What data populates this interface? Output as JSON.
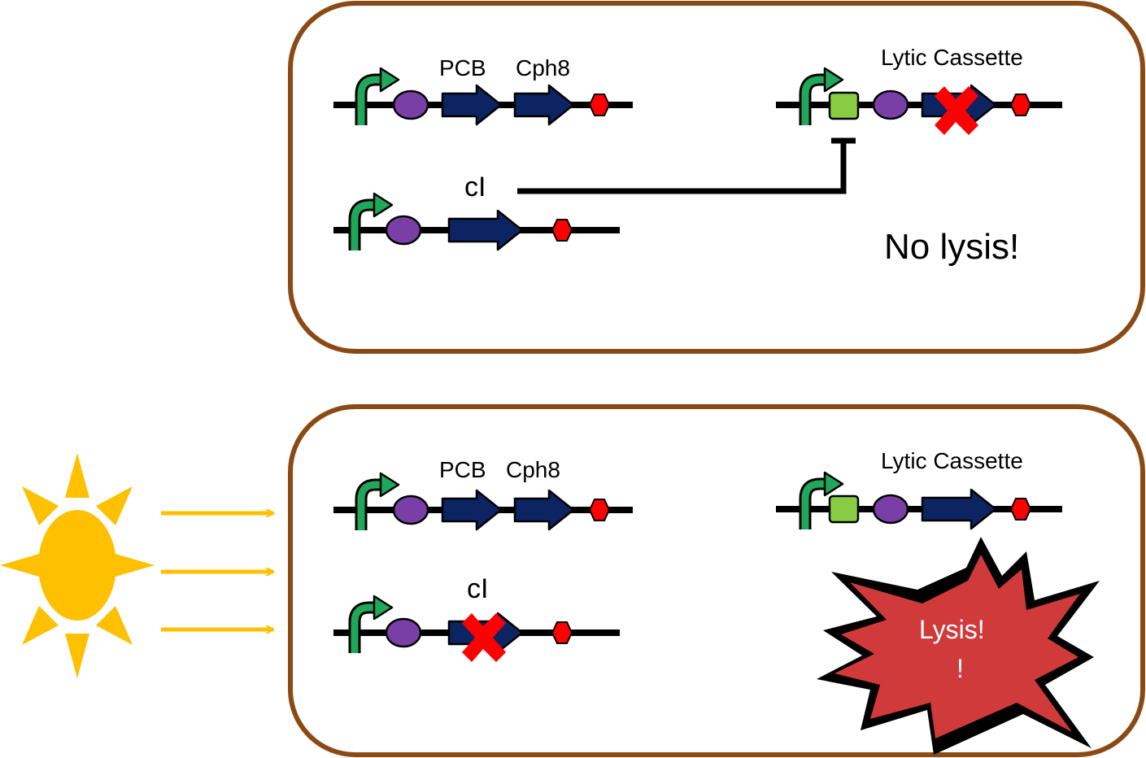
{
  "colors": {
    "panel_border": "#8B4A14",
    "promoter_arrow": "#1FA85A",
    "rbs": "#7A3FA6",
    "cds": "#0D2463",
    "terminator": "#FF0000",
    "operator": "#88CC44",
    "knockout_cross": "#FF0000",
    "sun": "#FFC000",
    "burst_fill": "#D03A3A",
    "burst_outline": "#000000"
  },
  "panels": {
    "dark": {
      "construct1": {
        "gene1": "PCB",
        "gene2": "Cph8"
      },
      "construct2": {
        "gene": "cI"
      },
      "construct3": {
        "label": "Lytic Cassette",
        "cds_knocked_out": true
      },
      "repression_edge": {
        "from": "cI",
        "to": "Lytic Cassette operator",
        "type": "repression"
      },
      "result": "No lysis!"
    },
    "light": {
      "light_source_icon": "sun-icon",
      "construct1": {
        "gene1": "PCB",
        "gene2": "Cph8"
      },
      "construct2": {
        "gene": "cI",
        "cds_knocked_out": true
      },
      "construct3": {
        "label": "Lytic Cassette",
        "cds_knocked_out": false
      },
      "result_line1": "Lysis!",
      "result_line2": "!"
    }
  }
}
